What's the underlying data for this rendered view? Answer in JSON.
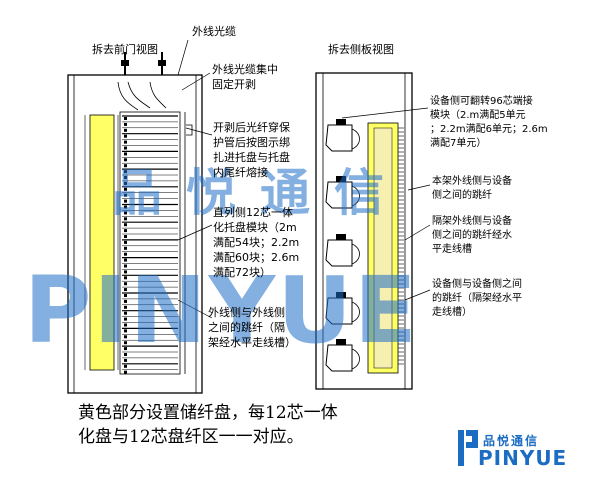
{
  "labels": {
    "left_title": "拆去前门视图",
    "right_title": "拆去侧板视图",
    "outer_cable": "外线光缆",
    "cable_fix": [
      "外线光缆集中",
      "固定开剥"
    ],
    "strip_protect": [
      "开剥后光纤穿保",
      "护管后按图示绑",
      "扎进托盘与托盘",
      "内尾纤熔接"
    ],
    "module_spec": [
      "直列侧12芯一体",
      "化托盘模块（2m",
      "满配54块；2.2m",
      "满配60块；2.6m",
      "满配72块）"
    ],
    "outer_jump": [
      "外线侧与外线侧",
      "之间的跳纤（隔",
      "架经水平走线槽）"
    ],
    "equip_flip": [
      "设备侧可翻转96芯端接",
      "模块（2.m满配5单元",
      "；2.2m满配6单元；2.6m",
      "满配7单元）"
    ],
    "same_rack": [
      "本架外线侧与设备",
      "侧之间的跳纤"
    ],
    "cross_rack": [
      "隔架外线侧与设备",
      "侧之间的跳纤经水",
      "平走线槽"
    ],
    "equip_equip": [
      "设备侧与设备侧之间",
      "的跳纤（隔架经水平",
      "走线槽）"
    ]
  },
  "caption": [
    "黄色部分设置储纤盘，每12芯一体",
    "化盘与12芯盘纤区一一对应。"
  ],
  "watermark": {
    "cn": "品悦通信",
    "en": "PINYUE"
  },
  "logo": {
    "cn": "品悦通信",
    "en": "PINYUE"
  },
  "colors": {
    "storage_panel": "#ffff66",
    "storage_inner": "#f5f0b0",
    "brand_blue": "#1c6cc4"
  }
}
